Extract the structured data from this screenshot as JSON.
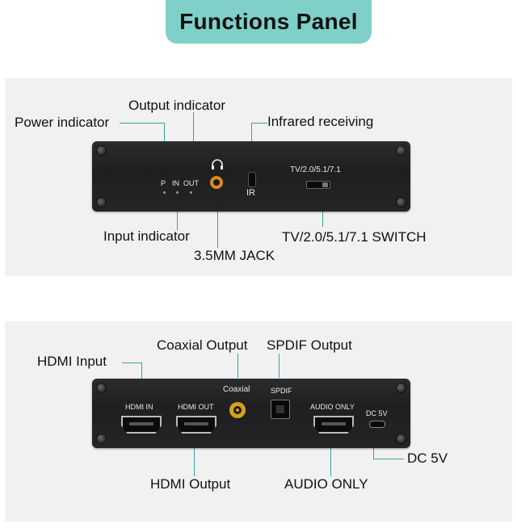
{
  "title": "Functions Panel",
  "front": {
    "device_labels": {
      "p": "P",
      "in": "IN",
      "out": "OUT",
      "ir": "IR",
      "switch_marking": "TV/2.0/5.1/7.1"
    },
    "callouts": {
      "output_indicator": "Output indicator",
      "power_indicator": "Power indicator",
      "infrared_receiving": "Infrared receiving",
      "input_indicator": "Input indicator",
      "jack": "3.5MM JACK",
      "switch": "TV/2.0/5.1/7.1 SWITCH"
    }
  },
  "back": {
    "device_labels": {
      "hdmi_in": "HDMI IN",
      "hdmi_out": "HDMI OUT",
      "coaxial": "Coaxial",
      "spdif": "SPDIF",
      "audio_only": "AUDIO ONLY",
      "dc": "DC 5V"
    },
    "callouts": {
      "hdmi_input": "HDMI Input",
      "coaxial_output": "Coaxial Output",
      "spdif_output": "SPDIF Output",
      "hdmi_output": "HDMI Output",
      "audio_only": "AUDIO ONLY",
      "dc": "DC 5V"
    }
  },
  "colors": {
    "accent": "#7fd0c8",
    "leader": "#3aa39a",
    "device": "#262628"
  },
  "icons": [
    "headphones-icon",
    "screw-icon"
  ]
}
